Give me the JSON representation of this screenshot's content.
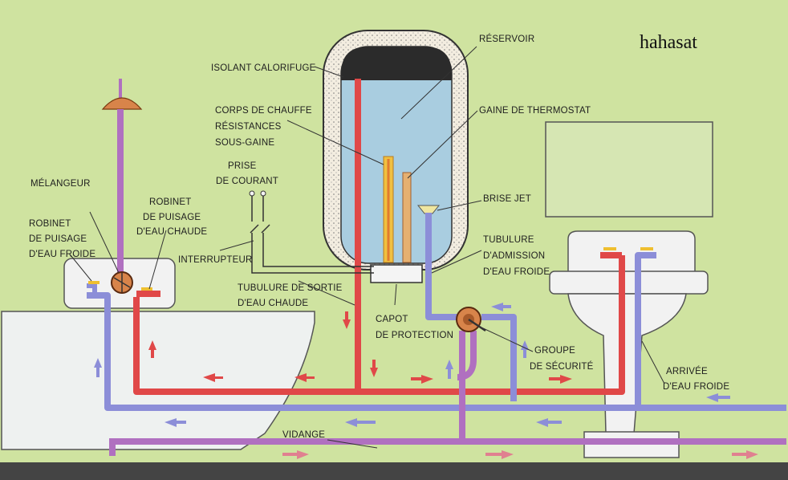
{
  "watermark": "hahasat",
  "labels": {
    "isolant": "ISOLANT CALORIFUGE",
    "reservoir": "RÉSERVOIR",
    "corps1": "CORPS DE CHAUFFE",
    "corps2": "RÉSISTANCES",
    "corps3": "SOUS-GAINE",
    "gaine": "GAINE DE THERMOSTAT",
    "prise1": "PRISE",
    "prise2": "DE COURANT",
    "melangeur": "MÉLANGEUR",
    "robinet_chaud1": "ROBINET",
    "robinet_chaud2": "DE PUISAGE",
    "robinet_chaud3": "D'EAU CHAUDE",
    "robinet_froid1": "ROBINET",
    "robinet_froid2": "DE PUISAGE",
    "robinet_froid3": "D'EAU FROIDE",
    "brise_jet": "BRISE JET",
    "tubulure_adm1": "TUBULURE",
    "tubulure_adm2": "D'ADMISSION",
    "tubulure_adm3": "D'EAU FROIDE",
    "interrupteur": "INTERRUPTEUR",
    "sortie1": "TUBULURE DE SORTIE",
    "sortie2": "D'EAU CHAUDE",
    "capot1": "CAPOT",
    "capot2": "DE PROTECTION",
    "groupe1": "GROUPE",
    "groupe2": "DE SÉCURITÉ",
    "arrivee1": "ARRIVÉE",
    "arrivee2": "D'EAU FROIDE",
    "vidange": "VIDANGE"
  },
  "colors": {
    "background": "#cfe3a0",
    "hot_pipe": "#e04848",
    "cold_pipe": "#8c8ed8",
    "drain_pipe": "#b070c0",
    "water": "#a9cde0",
    "insulation": "#f3ede0",
    "floor": "#444444"
  }
}
